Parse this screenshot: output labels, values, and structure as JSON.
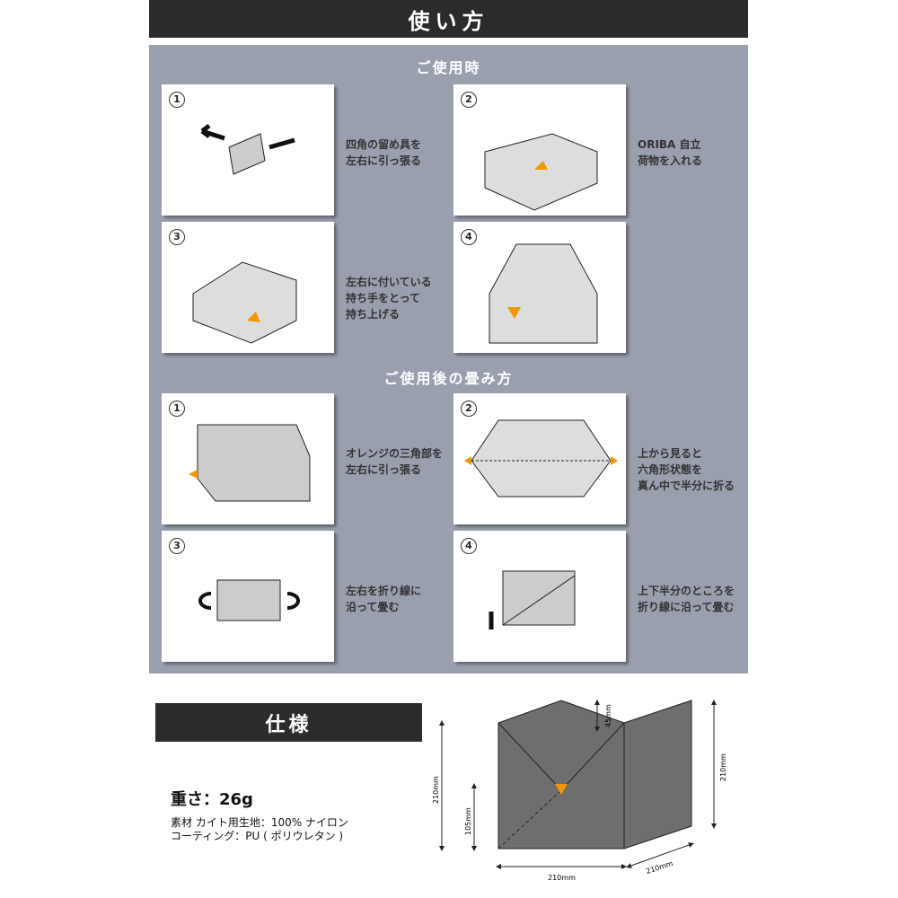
{
  "header": {
    "title": "使い方"
  },
  "usage": {
    "title": "ご使用時",
    "steps": [
      {
        "num": "1",
        "text": "四角の留め具を\n左右に引っ張る"
      },
      {
        "num": "2",
        "text": "ORIBA 自立\n荷物を入れる"
      },
      {
        "num": "3",
        "text": "左右に付いている\n持ち手をとって\n持ち上げる"
      },
      {
        "num": "4",
        "text": ""
      }
    ]
  },
  "folding": {
    "title": "ご使用後の畳み方",
    "steps": [
      {
        "num": "1",
        "text": "オレンジの三角部を\n左右に引っ張る"
      },
      {
        "num": "2",
        "text": "上から見ると\n六角形状態を\n真ん中で半分に折る"
      },
      {
        "num": "3",
        "text": "左右を折り線に\n沿って畳む"
      },
      {
        "num": "4",
        "text": "上下半分のところを\n折り線に沿って畳む"
      }
    ]
  },
  "spec": {
    "title": "仕様",
    "weight": "重さ：26g",
    "material": "素材 カイト用生地：100% ナイロン",
    "coating": "コーティング：PU ( ポリウレタン )",
    "dims": {
      "top_depth": "45mm",
      "height_right": "210mm",
      "height_left": "210mm",
      "half_height": "105mm",
      "width": "210mm",
      "depth": "210mm"
    }
  },
  "colors": {
    "panel": "#9a9fae",
    "bar": "#2b2b2b",
    "accent": "#f39800",
    "bag": "#6e6e6e"
  }
}
